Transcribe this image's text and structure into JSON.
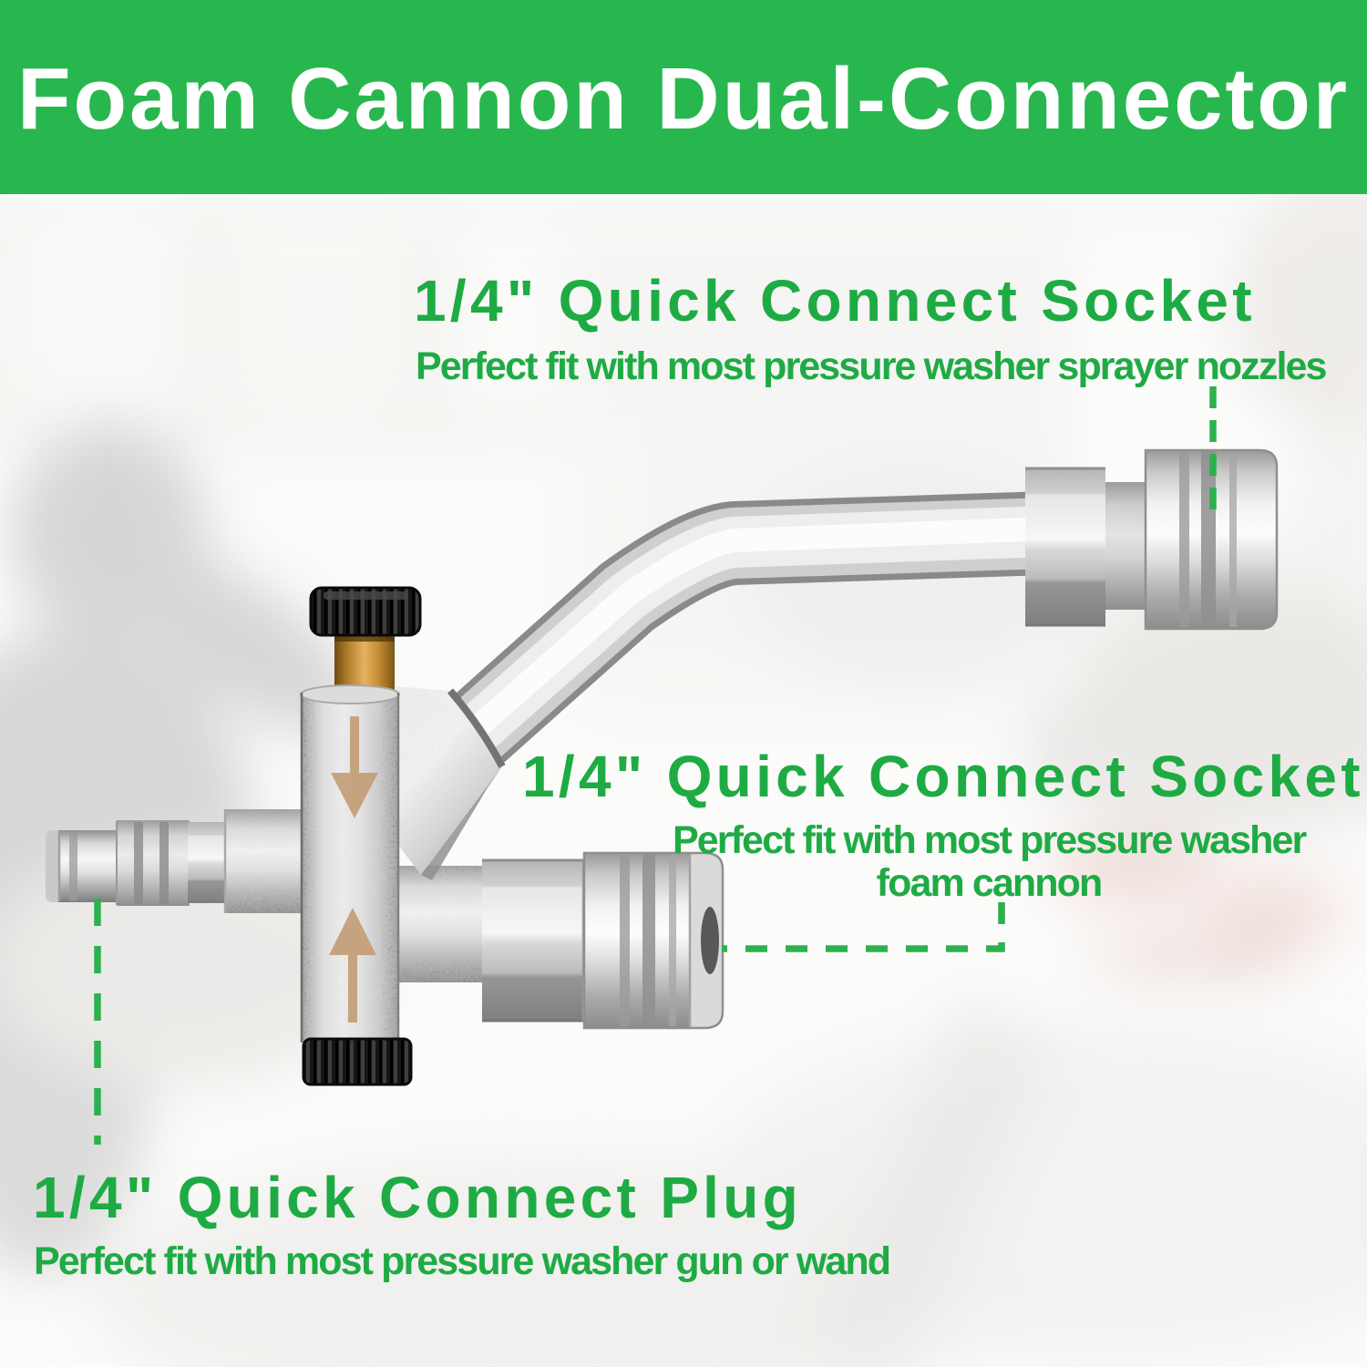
{
  "banner": {
    "title": "Foam Cannon Dual-Connector",
    "bg_color": "#28b74e",
    "text_color": "#ffffff"
  },
  "annotations": {
    "top_socket": {
      "title": "1/4\" Quick Connect Socket",
      "subtitle": "Perfect fit with most pressure washer sprayer nozzles"
    },
    "bottom_socket": {
      "title": "1/4\" Quick Connect Socket",
      "subtitle_line1": "Perfect fit with most pressure washer",
      "subtitle_line2": "foam cannon"
    },
    "plug": {
      "title": "1/4\" Quick Connect Plug",
      "subtitle": "Perfect fit with most pressure washer gun or wand"
    }
  },
  "colors": {
    "banner_green": "#28b74e",
    "annotation_green": "#1fab44",
    "leader_line_green": "#2cb14e",
    "brass": "#c9943c",
    "knob_black": "#181818",
    "chrome_light": "#f5f5f5",
    "chrome_dark": "#8a8a8a",
    "arrow_tan": "#c4a17c"
  },
  "product": {
    "name": "foam cannon dual-connector valve",
    "parts": [
      "control-knob",
      "brass-stem",
      "valve-body",
      "flow-arrow-down",
      "flow-arrow-up",
      "bottom-knurled-ring",
      "quick-connect-plug",
      "lower-quick-connect-socket",
      "upper-quick-connect-socket",
      "outlet-tube"
    ]
  }
}
